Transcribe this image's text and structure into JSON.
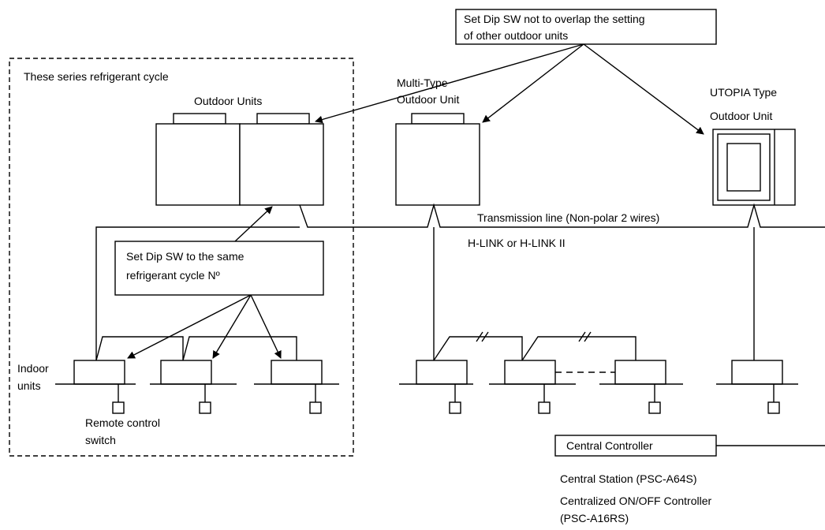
{
  "labels": {
    "note_top_line1": "Set Dip SW not to overlap the setting",
    "note_top_line2": "of other outdoor units",
    "series_title": "These series refrigerant cycle",
    "outdoor_units": "Outdoor Units",
    "multi_line1": "Multi-Type",
    "multi_line2": "Outdoor Unit",
    "utopia_line1": "UTOPIA Type",
    "utopia_line2": "Outdoor Unit",
    "transmission": "Transmission line (Non-polar 2 wires)",
    "hlink": "H-LINK or H-LINK II",
    "note_mid_line1": "Set Dip SW to the same",
    "note_mid_line2": "refrigerant cycle Nº",
    "indoor_line1": "Indoor",
    "indoor_line2": "units",
    "remote_line1": "Remote control",
    "remote_line2": "switch",
    "central_controller": "Central Controller",
    "central_station": "Central Station (PSC-A64S)",
    "onoff_line1": "Centralized ON/OFF Controller",
    "onoff_line2": "(PSC-A16RS)"
  }
}
